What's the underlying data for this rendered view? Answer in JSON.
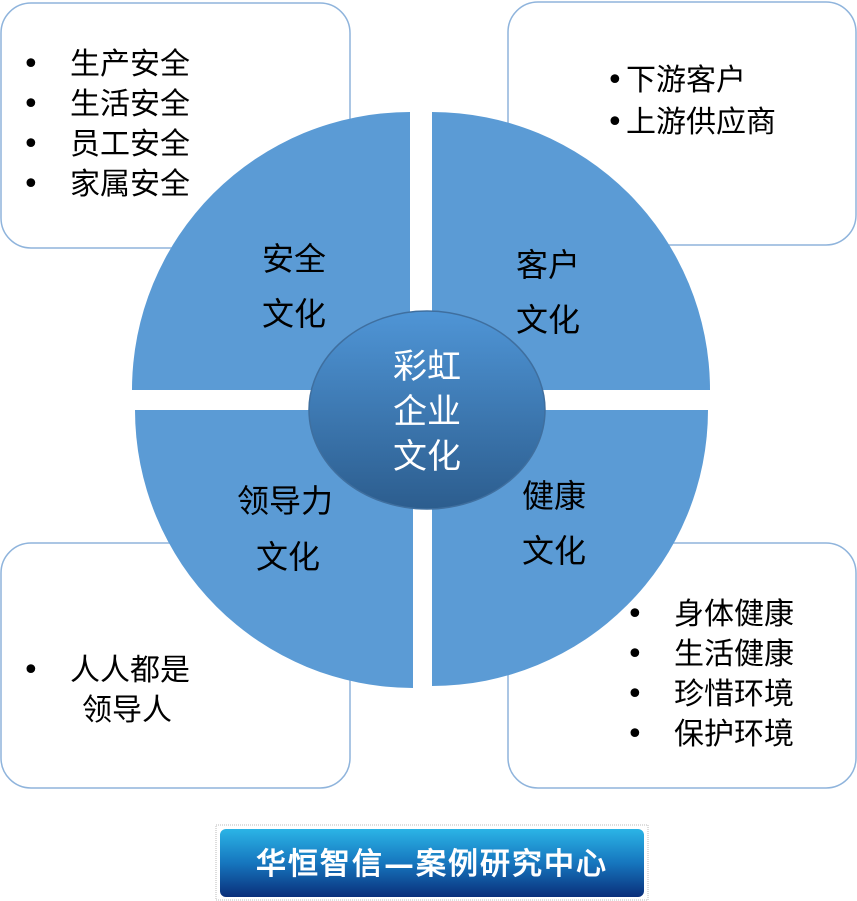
{
  "center": {
    "lines": [
      "彩虹",
      "企业",
      "文化"
    ]
  },
  "quadrants": [
    {
      "id": "safety",
      "lines": [
        "安全",
        "文化"
      ],
      "items": [
        "生产安全",
        "生活安全",
        "员工安全",
        "家属安全"
      ]
    },
    {
      "id": "customer",
      "lines": [
        "客户",
        "文化"
      ],
      "items": [
        "下游客户",
        "上游供应商"
      ]
    },
    {
      "id": "leadership",
      "lines": [
        "领导力",
        "文化"
      ],
      "items": [
        "人人都是",
        "领导人"
      ]
    },
    {
      "id": "health",
      "lines": [
        "健康",
        "文化"
      ],
      "items": [
        "身体健康",
        "生活健康",
        "珍惜环境",
        "保护环境"
      ]
    }
  ],
  "bullet": "•",
  "banner": {
    "text": "华恒智信—案例研究中心"
  },
  "colors": {
    "quadrant": "#5b9bd5",
    "box_border": "#8fb4dc",
    "center_top": "#4f95d6",
    "center_bottom": "#2c5d8e",
    "banner_top": "#2bb4e6",
    "banner_bottom": "#0a2f7a"
  }
}
